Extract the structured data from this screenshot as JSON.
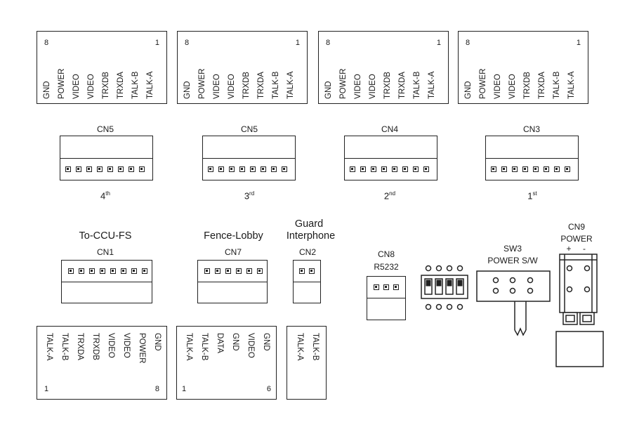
{
  "top_blocks": [
    {
      "pin_left": "8",
      "pin_right": "1",
      "signals": [
        "GND",
        "POWER",
        "VIDEO",
        "VIDEO",
        "TRXDB",
        "TRXDA",
        "TALK-B",
        "TALK-A"
      ]
    },
    {
      "pin_left": "8",
      "pin_right": "1",
      "signals": [
        "GND",
        "POWER",
        "VIDEO",
        "VIDEO",
        "TRXDB",
        "TRXDA",
        "TALK-B",
        "TALK-A"
      ]
    },
    {
      "pin_left": "8",
      "pin_right": "1",
      "signals": [
        "GND",
        "POWER",
        "VIDEO",
        "VIDEO",
        "TRXDB",
        "TRXDA",
        "TALK-B",
        "TALK-A"
      ]
    },
    {
      "pin_left": "8",
      "pin_right": "1",
      "signals": [
        "GND",
        "POWER",
        "VIDEO",
        "VIDEO",
        "TRXDB",
        "TRXDA",
        "TALK-B",
        "TALK-A"
      ]
    }
  ],
  "top_connectors": [
    {
      "name": "CN5",
      "ordinal_num": "4",
      "ordinal_suffix": "th"
    },
    {
      "name": "CN5",
      "ordinal_num": "3",
      "ordinal_suffix": "rd"
    },
    {
      "name": "CN4",
      "ordinal_num": "2",
      "ordinal_suffix": "nd"
    },
    {
      "name": "CN3",
      "ordinal_num": "1",
      "ordinal_suffix": "st"
    }
  ],
  "bottom_connectors": [
    {
      "title": "To-CCU-FS",
      "name": "CN1"
    },
    {
      "title": "Fence-Lobby",
      "name": "CN7"
    },
    {
      "title_line1": "Guard",
      "title_line2": "Interphone",
      "name": "CN2"
    }
  ],
  "cn8": {
    "name": "CN8",
    "sub": "R5232"
  },
  "sw3": {
    "name": "SW3",
    "sub": "POWER S/W"
  },
  "cn9": {
    "name": "CN9",
    "sub": "POWER",
    "plus": "+",
    "minus": "-"
  },
  "bottom_blocks": [
    {
      "pin_left": "1",
      "pin_right": "8",
      "signals": [
        "TALK-A",
        "TALK-B",
        "TRXDA",
        "TRXDB",
        "VIDEO",
        "VIDEO",
        "POWER",
        "GND"
      ]
    },
    {
      "pin_left": "1",
      "pin_right": "6",
      "signals": [
        "TALK-A",
        "TALK-B",
        "DATA",
        "GND",
        "VIDEO",
        "GND"
      ]
    },
    {
      "signals": [
        "TALK-A",
        "TALK-B"
      ]
    }
  ]
}
